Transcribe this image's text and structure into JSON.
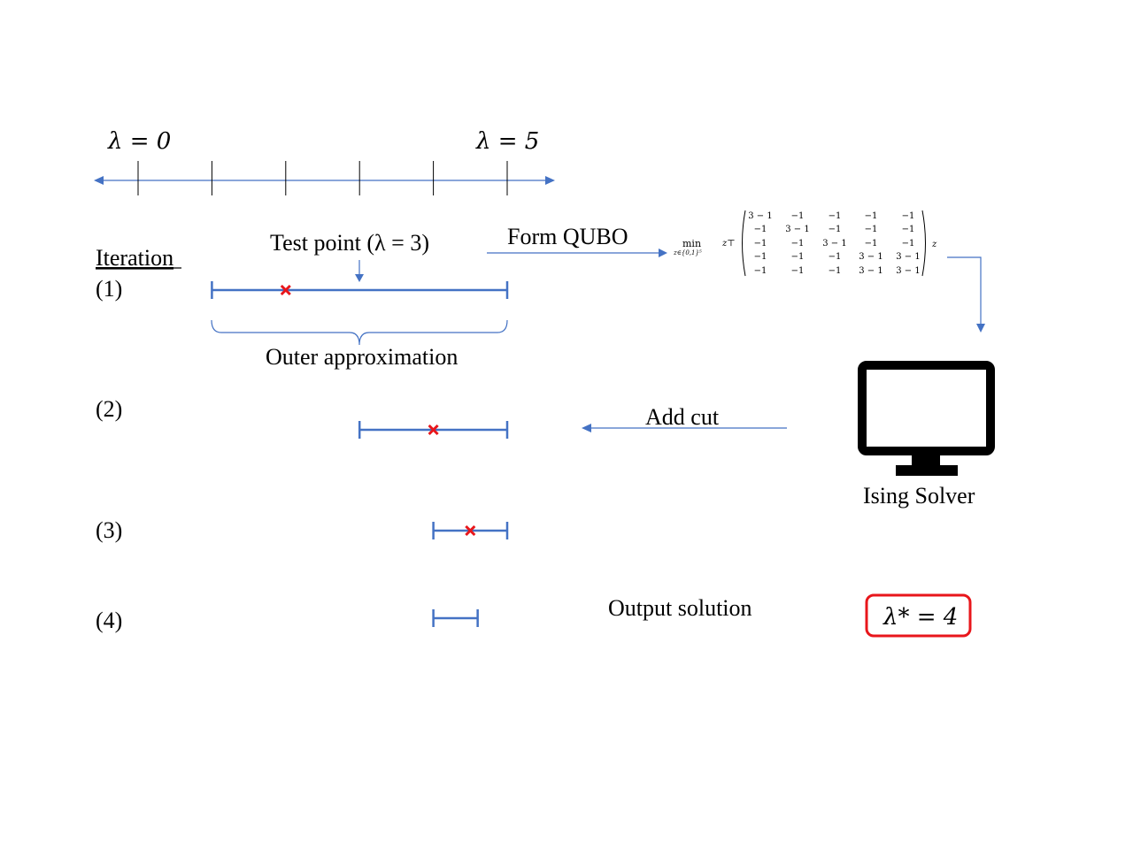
{
  "axis": {
    "start_label": "λ = 0",
    "end_label": "λ = 5",
    "tick_count": 6
  },
  "iteration_header": "Iteration",
  "iterations": [
    {
      "label": "(1)",
      "interval": [
        1,
        5
      ],
      "test_point": 2
    },
    {
      "label": "(2)",
      "interval": [
        3,
        5
      ],
      "test_point": 4
    },
    {
      "label": "(3)",
      "interval": [
        4,
        5
      ],
      "test_point": 4.5
    },
    {
      "label": "(4)",
      "interval": [
        4,
        4.6
      ],
      "test_point": null
    }
  ],
  "test_point_label": "Test point (λ = 3)",
  "outer_approx_label": "Outer approximation",
  "form_qubo_label": "Form QUBO",
  "qubo": {
    "min_label": "min",
    "min_sub": "z∈{0,1}⁵",
    "zT": "z⊤",
    "z": "z",
    "matrix": [
      [
        "3 − 1",
        "−1",
        "−1",
        "−1",
        "−1"
      ],
      [
        "−1",
        "3 − 1",
        "−1",
        "−1",
        "−1"
      ],
      [
        "−1",
        "−1",
        "3 − 1",
        "−1",
        "−1"
      ],
      [
        "−1",
        "−1",
        "−1",
        "3 − 1",
        "3 − 1"
      ],
      [
        "−1",
        "−1",
        "−1",
        "3 − 1",
        "3 − 1"
      ]
    ]
  },
  "solver_label": "Ising Solver",
  "add_cut_label": "Add cut",
  "output_label": "Output solution",
  "result_label": "λ* = 4",
  "colors": {
    "blue": "#4472c4",
    "red": "#e8161b",
    "black": "#000000"
  }
}
